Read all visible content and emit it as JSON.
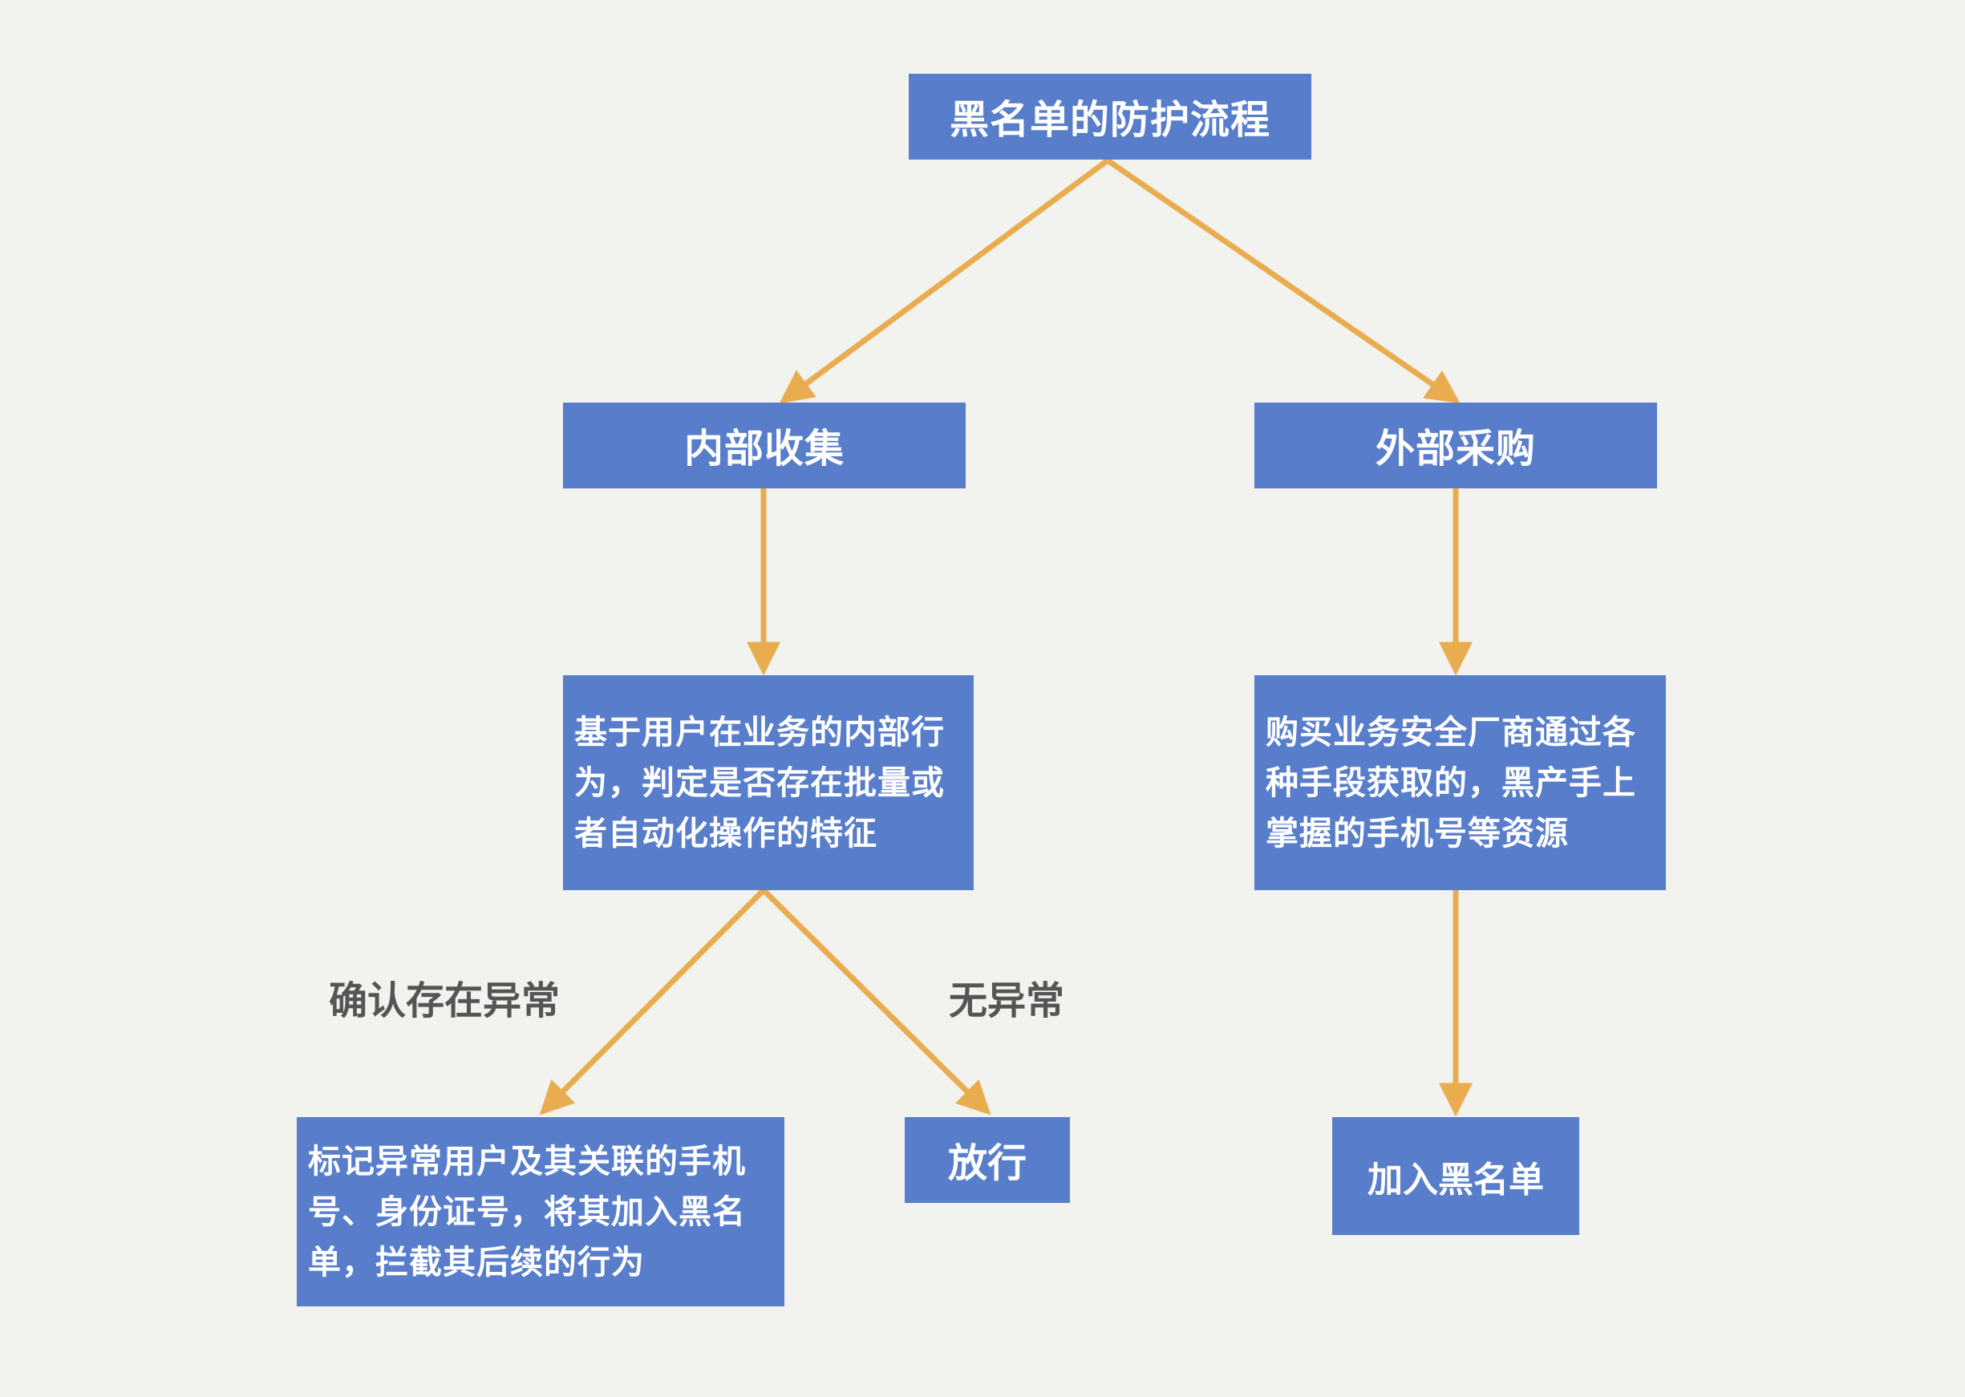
{
  "diagram": {
    "colors": {
      "background": "#f2f2ee",
      "node_fill": "#587ecb",
      "node_text": "#ffffff",
      "arrow": "#e9ad4f",
      "label_text": "#555555"
    },
    "nodes": {
      "root": "黑名单的防护流程",
      "internal": "内部收集",
      "external": "外部采购",
      "internal_desc": "基于用户在业务的内部行为，判定是否存在批量或者自动化操作的特征",
      "external_desc": "购买业务安全厂商通过各种手段获取的，黑产手上掌握的手机号等资源",
      "mark_action": "标记异常用户及其关联的手机号、身份证号，将其加入黑名单，拦截其后续的行为",
      "release": "放行",
      "add_blacklist": "加入黑名单"
    },
    "edge_labels": {
      "abnormal": "确认存在异常",
      "normal": "无异常"
    }
  }
}
